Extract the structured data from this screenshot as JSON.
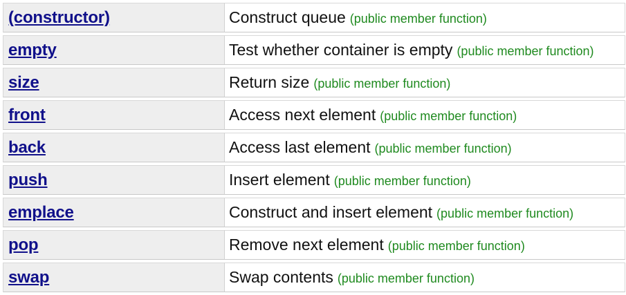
{
  "members": [
    {
      "name": "(constructor)",
      "description": "Construct queue",
      "kind": "(public member function)"
    },
    {
      "name": "empty",
      "description": "Test whether container is empty",
      "kind": "(public member function)"
    },
    {
      "name": "size",
      "description": "Return size",
      "kind": "(public member function)"
    },
    {
      "name": "front",
      "description": "Access next element",
      "kind": "(public member function)"
    },
    {
      "name": "back",
      "description": "Access last element",
      "kind": "(public member function)"
    },
    {
      "name": "push",
      "description": "Insert element",
      "kind": "(public member function)"
    },
    {
      "name": "emplace",
      "description": "Construct and insert element",
      "kind": "(public member function)"
    },
    {
      "name": "pop",
      "description": "Remove next element",
      "kind": "(public member function)"
    },
    {
      "name": "swap",
      "description": "Swap contents",
      "kind": "(public member function)"
    }
  ],
  "colors": {
    "link": "#10108a",
    "kind_note": "#1f8a1f",
    "name_cell_bg": "#eeeeee"
  }
}
